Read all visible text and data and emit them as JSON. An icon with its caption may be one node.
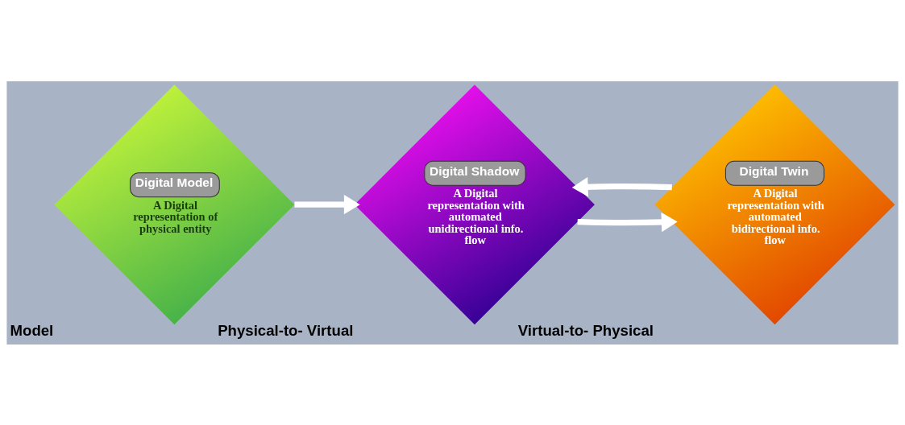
{
  "diagram": {
    "nodes": [
      {
        "text": [
          "Digital Model",
          "A Digital representation of physical entity"
        ],
        "beside": [
          "Model"
        ]
      },
      {
        "text": [
          "Digital Shadow",
          "A Digital representation with automated unidirectional info. flow"
        ],
        "beside": [
          "Physical-to- Virtual"
        ]
      },
      {
        "text": [
          "Digital Twin",
          "A Digital representation with automated bidirectional info. flow"
        ],
        "beside": [
          "Virtual-to- Physical"
        ]
      }
    ],
    "edges": [
      {
        "from": 0,
        "to": 1,
        "arrow": "to"
      },
      {
        "from": 1,
        "to": 2,
        "arrow": "to"
      },
      {
        "from": 2,
        "to": 1,
        "arrow": "to"
      }
    ]
  }
}
